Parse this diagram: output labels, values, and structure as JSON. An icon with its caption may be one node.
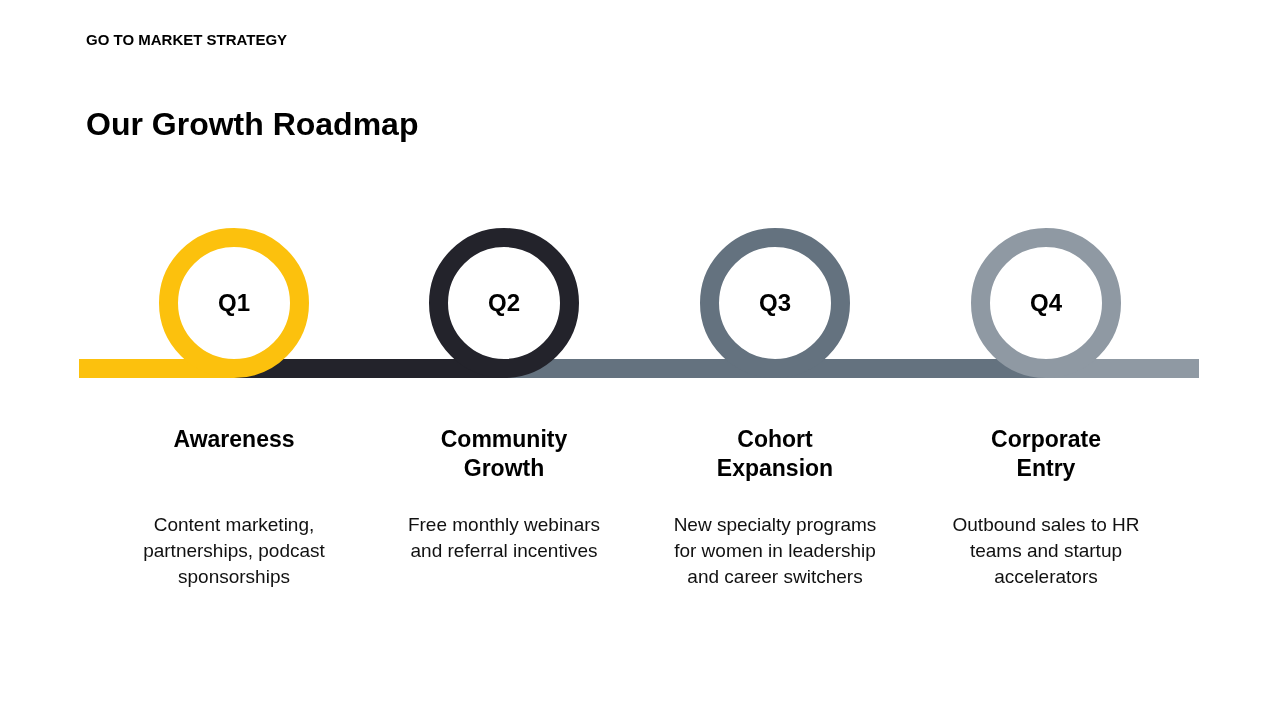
{
  "diagram": {
    "title": "Our Growth Roadmap",
    "nodes": [
      {
        "text": [
          "Q1"
        ],
        "beside": [
          "Awareness",
          "Content marketing, partnerships, podcast sponsorships"
        ]
      },
      {
        "text": [
          "Q2"
        ],
        "beside": [
          "Community Growth",
          "Free monthly webinars and referral incentives"
        ]
      },
      {
        "text": [
          "Q3"
        ],
        "beside": [
          "Cohort Expansion",
          "New specialty programs for women in leadership and career switchers"
        ]
      },
      {
        "text": [
          "Q4"
        ],
        "beside": [
          "Corporate Entry",
          "Outbound sales to HR teams and startup accelerators"
        ]
      }
    ],
    "edges": [
      {
        "from": null,
        "to": 0,
        "arrow": "none",
        "color": "#fcc10d"
      },
      {
        "from": 0,
        "to": 1,
        "arrow": "none",
        "color": "#23232b"
      },
      {
        "from": 1,
        "to": 2,
        "arrow": "none",
        "color": "#64727f"
      },
      {
        "from": 2,
        "to": 3,
        "arrow": "none",
        "color": "#64727f"
      },
      {
        "from": 3,
        "to": null,
        "arrow": "none",
        "color": "#8f99a3"
      }
    ],
    "labels": [
      "GO TO MARKET STRATEGY"
    ]
  }
}
